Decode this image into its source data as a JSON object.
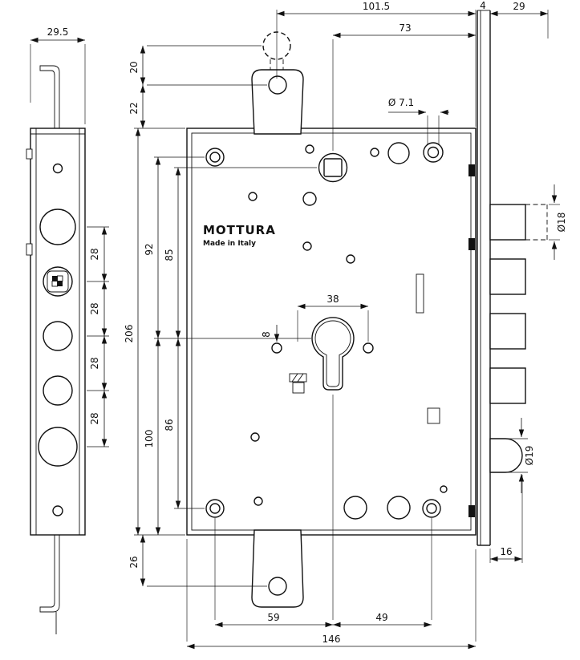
{
  "brand": {
    "name": "MOTTURA",
    "origin": "Made in Italy"
  },
  "colors": {
    "ink": "#111111",
    "background": "#ffffff"
  },
  "dims": {
    "faceplate_width": "29.5",
    "bolt_spacing": "28",
    "hole_to_backplate": "101.5",
    "spindle_to_backplate": "73",
    "plate_gap": "4",
    "bolt_throw": "29",
    "fixing_hole_dia": "Ø 7.1",
    "tab_hole_offset": "20",
    "tab_height": "22",
    "hole_to_cylinder": "92",
    "spindle_to_cylinder": "85",
    "body_height": "206",
    "cylinder_to_bottom": "100",
    "cylinder_to_hole": "86",
    "bottom_tab_offset": "26",
    "cylinder_screw_span": "38",
    "screw_offset": "8",
    "bolt_dia": "Ø18",
    "latch_dia": "Ø19",
    "latch_length": "16",
    "bottom_span_left": "59",
    "bottom_span_right": "49",
    "body_width": "146"
  }
}
